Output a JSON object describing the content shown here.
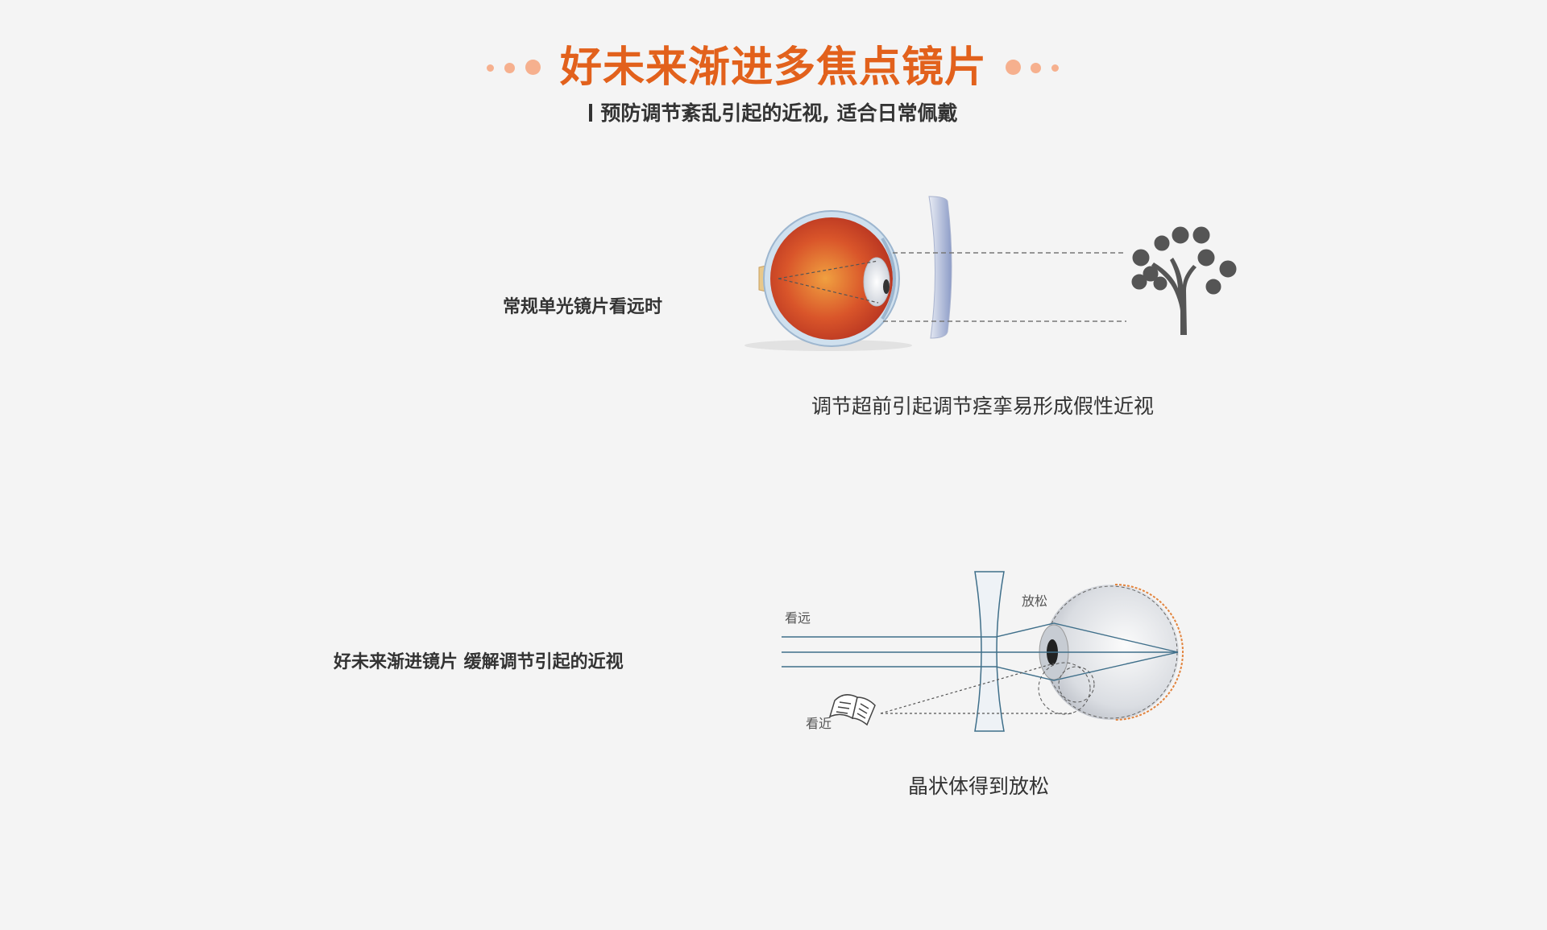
{
  "header": {
    "title": "好未来渐进多焦点镜片",
    "subtitle": "预防调节紊乱引起的近视, 适合日常佩戴"
  },
  "section_single": {
    "label": "常规单光镜片看远时",
    "caption": "调节超前引起调节痉挛易形成假性近视"
  },
  "section_progressive": {
    "label": "好未来渐进镜片 缓解调节引起的近视",
    "caption": "晶状体得到放松",
    "diagram_labels": {
      "far": "看远",
      "near": "看近",
      "relax": "放松"
    }
  },
  "colors": {
    "accent": "#e2611c",
    "dot": "#f6b08e",
    "text": "#333333",
    "ray": "#3f6f8a"
  },
  "icons": {
    "eye_anatomy": "eye-cross-section-illustration",
    "lens_single": "single-vision-lens",
    "tree": "tree-icon",
    "lens_progressive": "concave-lens",
    "book": "open-book-icon",
    "eyeball": "eyeball-diagram"
  }
}
